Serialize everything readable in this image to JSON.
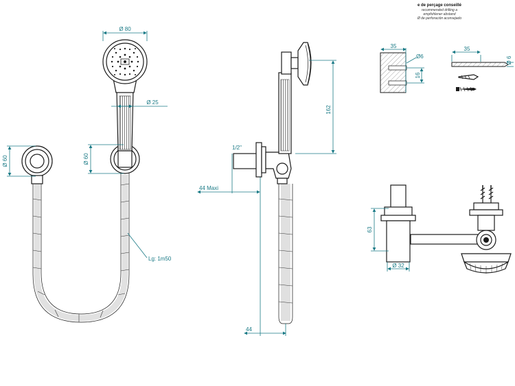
{
  "drilling_note": {
    "line1": "e de perçage conseillé",
    "line2": "recommended drilling a",
    "line3": "empfohlener abstand",
    "line4": "Ø de perforación aconsejado"
  },
  "front_view": {
    "head_diameter": "Ø 80",
    "handle_diameter": "Ø 25",
    "holder_diameter": "Ø 60",
    "outlet_diameter": "Ø 60",
    "hose_length": "Lg: 1m50"
  },
  "side_view": {
    "thread": "1/2\"",
    "max_projection": "44  Maxi",
    "height": "162",
    "bottom_offset": "44"
  },
  "drill_detail": {
    "width_block": "35",
    "hole_diameter": "Ø6",
    "depth": "16",
    "width_bit": "35",
    "bit_diameter": "Ø 6"
  },
  "top_view": {
    "height": "63",
    "base_diameter": "Ø 32"
  }
}
